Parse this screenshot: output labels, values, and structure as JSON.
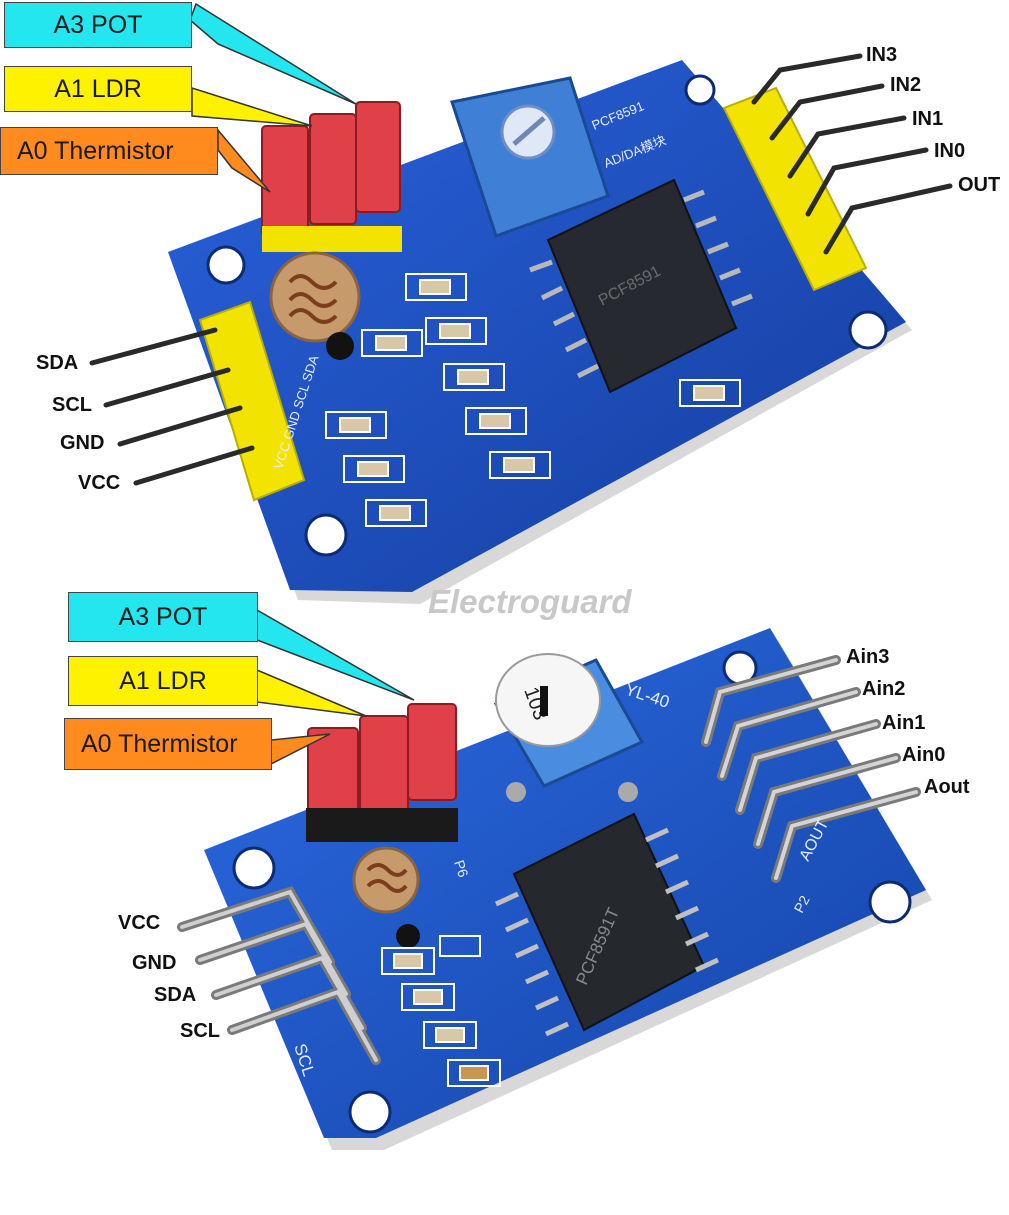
{
  "watermark": "Electroguard",
  "top_board": {
    "callouts": {
      "pot": "A3 POT",
      "ldr": "A1 LDR",
      "thermistor": "A0 Thermistor"
    },
    "left_pins": [
      "SDA",
      "SCL",
      "GND",
      "VCC"
    ],
    "right_pins": [
      "IN3",
      "IN2",
      "IN1",
      "IN0",
      "OUT"
    ],
    "chip_label": "PCF8591",
    "silk_right": "AD/DA模块",
    "silk_left": "VCC GND SCL SDA"
  },
  "bottom_board": {
    "callouts": {
      "pot": "A3 POT",
      "ldr": "A1 LDR",
      "thermistor": "A0 Thermistor"
    },
    "left_pins": [
      "VCC",
      "GND",
      "SDA",
      "SCL"
    ],
    "right_pins": [
      "Ain3",
      "Ain2",
      "Ain1",
      "Ain0",
      "Aout"
    ],
    "chip_label": "PCF8591T",
    "pot_label": "103",
    "board_label": "YL-40",
    "silk_aout": "AOUT",
    "silk_p2": "P2",
    "silk_p6": "P6",
    "silk_scl": "SCL"
  },
  "colors": {
    "pcb_blue": "#1c4fc8",
    "header_yellow": "#f2e400",
    "jumper_red": "#e04048",
    "callout_cyan": "#23e6ee",
    "callout_yellow": "#fff200",
    "callout_orange": "#ff8a1d"
  }
}
